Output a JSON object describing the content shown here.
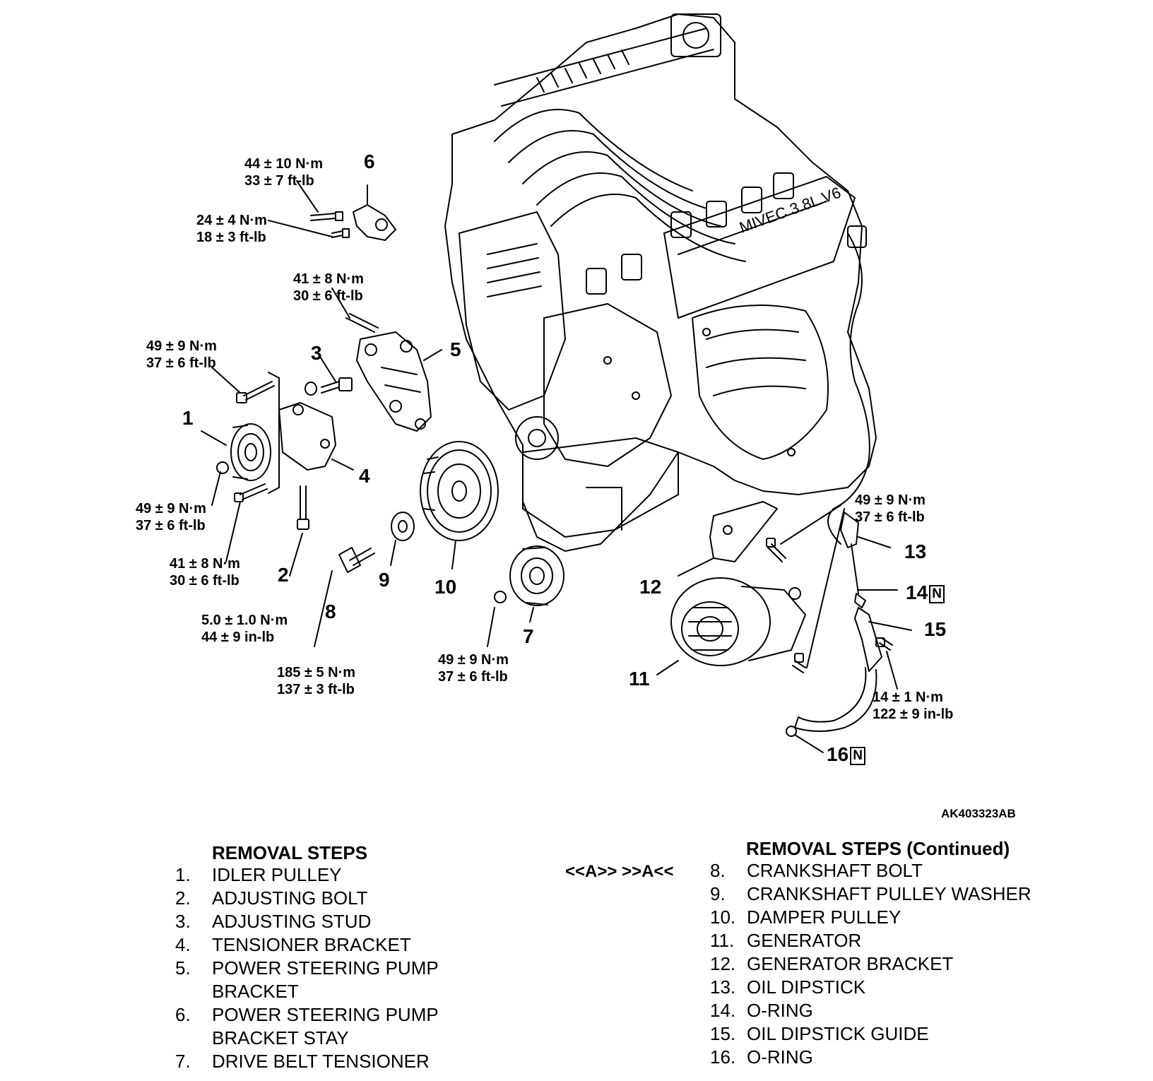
{
  "callouts": {
    "c1": "1",
    "c2": "2",
    "c3": "3",
    "c4": "4",
    "c5": "5",
    "c6": "6",
    "c7": "7",
    "c8": "8",
    "c9": "9",
    "c10": "10",
    "c11": "11",
    "c12": "12",
    "c13": "13",
    "c14": "14",
    "c15": "15",
    "c16": "16",
    "new_mark": "N"
  },
  "torque": {
    "t6_bolt": [
      "44 ± 10 N·m",
      "33 ± 7 ft-lb"
    ],
    "t6_small": [
      "24 ± 4 N·m",
      "18 ± 3 ft-lb"
    ],
    "t5": [
      "41 ± 8 N·m",
      "30 ± 6 ft-lb"
    ],
    "t_upper_left": [
      "49 ± 9 N·m",
      "37 ± 6 ft-lb"
    ],
    "t1": [
      "49 ± 9 N·m",
      "37 ± 6 ft-lb"
    ],
    "t4": [
      "41 ± 8 N·m",
      "30 ± 6 ft-lb"
    ],
    "t2": [
      "5.0 ± 1.0 N·m",
      "44 ± 9 in-lb"
    ],
    "t8": [
      "185 ± 5 N·m",
      "137 ± 3 ft-lb"
    ],
    "t7": [
      "49 ± 9 N·m",
      "37 ± 6 ft-lb"
    ],
    "t11": [
      "49 ± 9 N·m",
      "37 ± 6 ft-lb"
    ],
    "t15": [
      "14 ± 1 N·m",
      "122 ± 9 in-lb"
    ]
  },
  "figure_code": "AK403323AB",
  "removal_steps": {
    "title": "REMOVAL STEPS",
    "title_continued": "REMOVAL STEPS (Continued)",
    "service_refs": "<<A>>   >>A<<",
    "left": [
      {
        "n": "1.",
        "t": "IDLER PULLEY"
      },
      {
        "n": "2.",
        "t": "ADJUSTING BOLT"
      },
      {
        "n": "3.",
        "t": "ADJUSTING STUD"
      },
      {
        "n": "4.",
        "t": "TENSIONER BRACKET"
      },
      {
        "n": "5.",
        "t": "POWER STEERING PUMP\nBRACKET"
      },
      {
        "n": "6.",
        "t": "POWER STEERING PUMP\nBRACKET STAY"
      },
      {
        "n": "7.",
        "t": "DRIVE BELT TENSIONER"
      }
    ],
    "right": [
      {
        "n": "8.",
        "t": "CRANKSHAFT BOLT"
      },
      {
        "n": "9.",
        "t": "CRANKSHAFT PULLEY WASHER"
      },
      {
        "n": "10.",
        "t": "DAMPER PULLEY"
      },
      {
        "n": "11.",
        "t": "GENERATOR"
      },
      {
        "n": "12.",
        "t": "GENERATOR BRACKET"
      },
      {
        "n": "13.",
        "t": "OIL DIPSTICK"
      },
      {
        "n": "14.",
        "t": "O-RING"
      },
      {
        "n": "15.",
        "t": "OIL DIPSTICK GUIDE"
      },
      {
        "n": "16.",
        "t": "O-RING"
      }
    ]
  }
}
